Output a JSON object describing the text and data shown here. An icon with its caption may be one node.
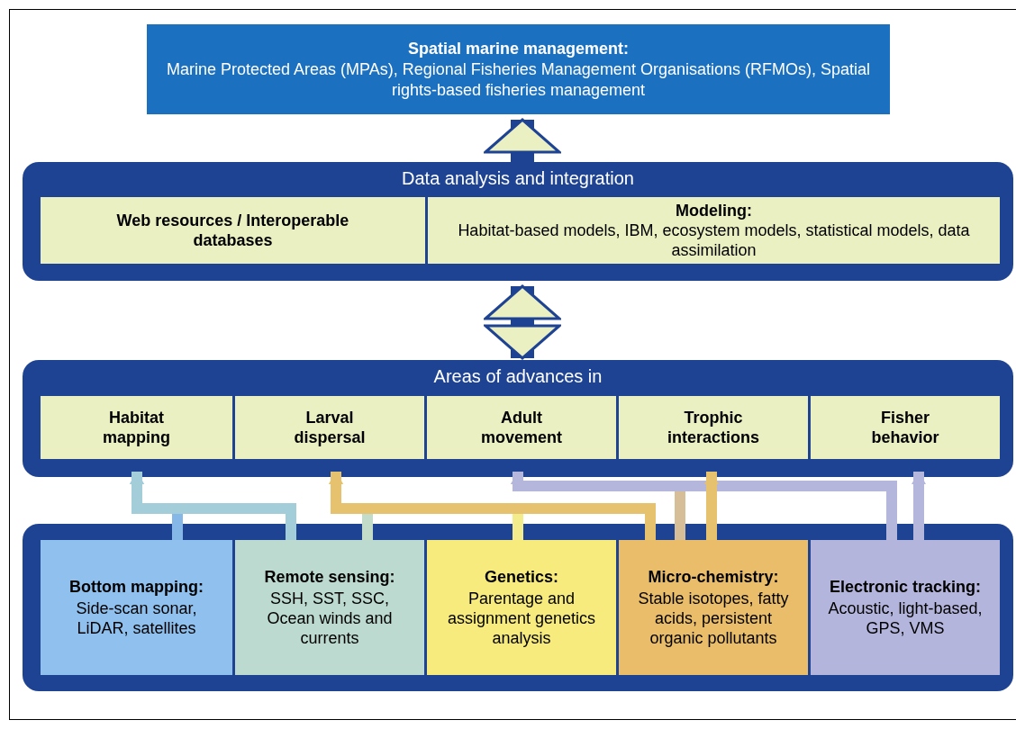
{
  "diagram": {
    "nodes": [
      {
        "text": [
          "Spatial marine management:",
          "Marine Protected Areas (MPAs), Regional Fisheries Management Organisations (RFMOs), Spatial rights-based fisheries management"
        ]
      },
      {
        "text": [
          "Data analysis and integration"
        ]
      },
      {
        "text": [
          "Web resources / Interoperable databases"
        ],
        "in": 1
      },
      {
        "text": [
          "Modeling:",
          "Habitat-based models, IBM, ecosystem models, statistical models, data assimilation"
        ],
        "in": 1
      },
      {
        "text": [
          "Areas of advances in"
        ]
      },
      {
        "text": [
          "Habitat mapping"
        ],
        "in": 4
      },
      {
        "text": [
          "Larval dispersal"
        ],
        "in": 4
      },
      {
        "text": [
          "Adult movement"
        ],
        "in": 4
      },
      {
        "text": [
          "Trophic interactions"
        ],
        "in": 4
      },
      {
        "text": [
          "Fisher behavior"
        ],
        "in": 4
      },
      {
        "text": [],
        "shape": "box"
      },
      {
        "text": [
          "Bottom mapping:",
          "Side-scan sonar, LiDAR, satellites"
        ],
        "in": 10
      },
      {
        "text": [
          "Remote sensing:",
          "SSH, SST, SSC, Ocean winds and currents"
        ],
        "in": 10
      },
      {
        "text": [
          "Genetics:",
          "Parentage and assignment genetics analysis"
        ],
        "in": 10
      },
      {
        "text": [
          "Micro-chemistry:",
          "Stable isotopes, fatty acids, persistent organic pollutants"
        ],
        "in": 10
      },
      {
        "text": [
          "Electronic tracking:",
          "Acoustic, light-based, GPS, VMS"
        ],
        "in": 10
      }
    ],
    "edges": [
      {
        "from": 1,
        "to": 0,
        "arrow": "to",
        "style": "thick"
      },
      {
        "from": 4,
        "to": 1,
        "arrow": "both",
        "style": "thick"
      },
      {
        "from": 11,
        "to": 5,
        "arrow": "to",
        "color": "#85b8e6"
      },
      {
        "from": 12,
        "to": 5,
        "arrow": "to",
        "color": "#a3cdd9"
      },
      {
        "from": 12,
        "to": 6,
        "arrow": "to",
        "color": "#c3dcc9"
      },
      {
        "from": 13,
        "to": 6,
        "arrow": "to",
        "color": "#f3ec8c"
      },
      {
        "from": 14,
        "to": 6,
        "arrow": "to",
        "color": "#e6c26e"
      },
      {
        "from": 14,
        "to": 7,
        "arrow": "to",
        "color": "#d6be98"
      },
      {
        "from": 15,
        "to": 7,
        "arrow": "to",
        "color": "#b4b6dc"
      },
      {
        "from": 14,
        "to": 8,
        "arrow": "to",
        "color": "#e6c26e"
      },
      {
        "from": 15,
        "to": 9,
        "arrow": "to",
        "color": "#b4b6dc"
      }
    ]
  }
}
